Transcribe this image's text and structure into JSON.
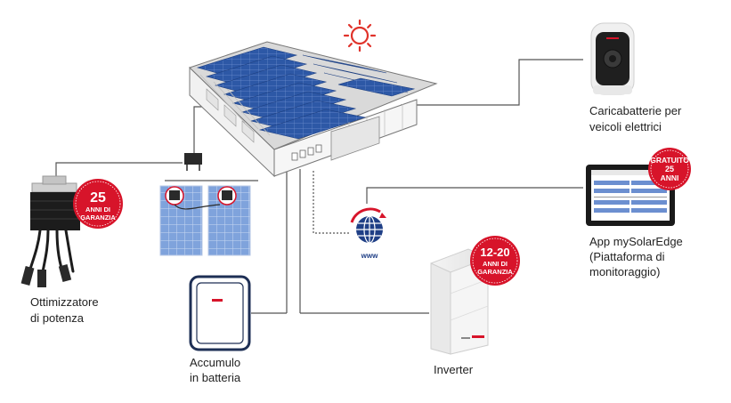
{
  "labels": {
    "ev_charger": [
      "Caricabatterie per",
      "veicoli elettrici"
    ],
    "app": [
      "App mySolarEdge",
      "(Piattaforma di",
      "monitoraggio)"
    ],
    "optimizer": [
      "Ottimizzatore",
      "di potenza"
    ],
    "battery": [
      "Accumulo",
      "in batteria"
    ],
    "inverter": "Inverter",
    "www": "www"
  },
  "badges": {
    "optimizer": {
      "big": "25",
      "line1": "ANNI DI",
      "line2": "GARANZIA"
    },
    "inverter": {
      "big": "12-20",
      "line1": "ANNI DI",
      "line2": "GARANZIA"
    },
    "app": {
      "line1": "GRATUITO",
      "line2": "25",
      "line3": "ANNI"
    }
  },
  "colors": {
    "badge_red": "#d7142a",
    "panel_blue": "#7a9fd8",
    "roof_panel": "#2f5aa8",
    "sun": "#e0322a",
    "lines": "#555555",
    "globe": "#1f3f86"
  },
  "icons": [
    "sun-icon",
    "globe-icon",
    "warehouse-illustration",
    "ev-charger-illustration",
    "tablet-illustration",
    "optimizer-illustration",
    "solar-panel-illustration",
    "battery-illustration",
    "inverter-illustration"
  ]
}
